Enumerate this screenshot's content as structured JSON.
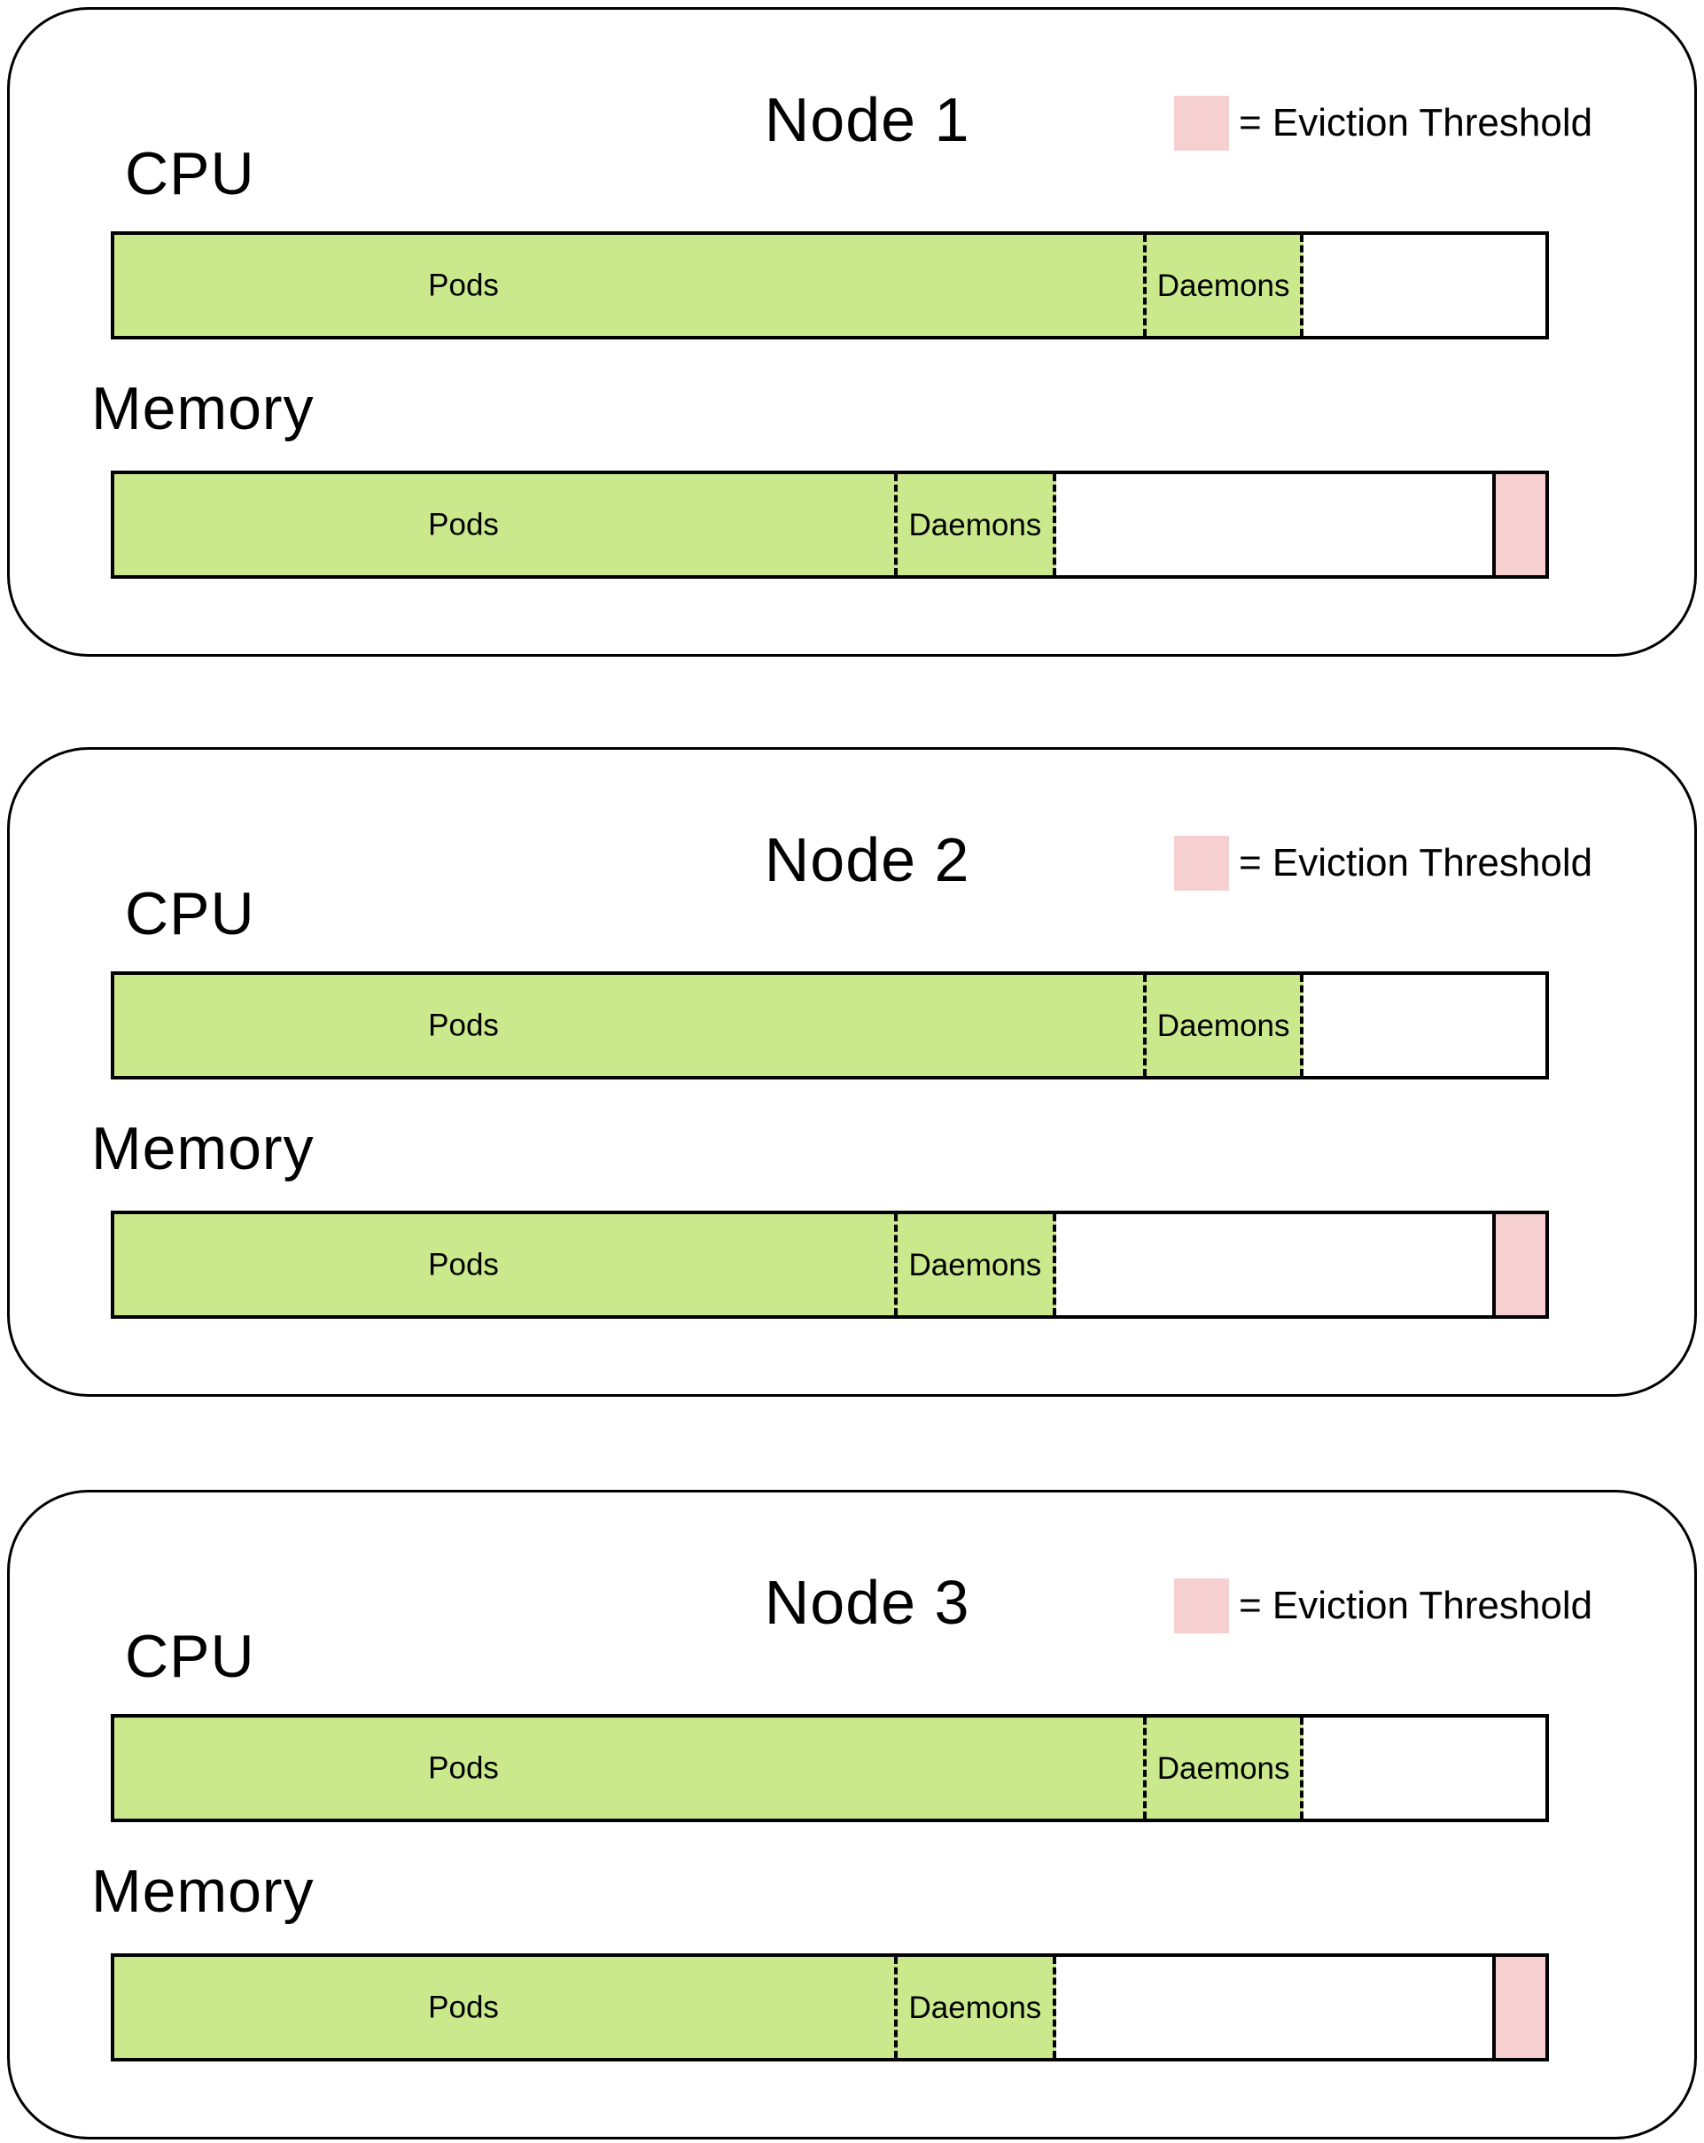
{
  "colors": {
    "segment_green": "#c9e98c",
    "eviction_pink": "#f6d0d0",
    "outline_black": "#000000",
    "background_white": "#ffffff"
  },
  "nodes": [
    {
      "title": "Node 1",
      "legend_label": "= Eviction Threshold",
      "cpu": {
        "label": "CPU",
        "pods_label": "Pods",
        "daemons_label": "Daemons",
        "pods_pct": 71.9,
        "daemons_pct": 11.2,
        "eviction_pct": 0
      },
      "memory": {
        "label": "Memory",
        "pods_label": "Pods",
        "daemons_label": "Daemons",
        "pods_pct": 54.5,
        "daemons_pct": 11.3,
        "eviction_pct": 3.7
      }
    },
    {
      "title": "Node 2",
      "legend_label": "= Eviction Threshold",
      "cpu": {
        "label": "CPU",
        "pods_label": "Pods",
        "daemons_label": "Daemons",
        "pods_pct": 71.9,
        "daemons_pct": 11.2,
        "eviction_pct": 0
      },
      "memory": {
        "label": "Memory",
        "pods_label": "Pods",
        "daemons_label": "Daemons",
        "pods_pct": 54.5,
        "daemons_pct": 11.3,
        "eviction_pct": 3.7
      }
    },
    {
      "title": "Node 3",
      "legend_label": "= Eviction Threshold",
      "cpu": {
        "label": "CPU",
        "pods_label": "Pods",
        "daemons_label": "Daemons",
        "pods_pct": 71.9,
        "daemons_pct": 11.2,
        "eviction_pct": 0
      },
      "memory": {
        "label": "Memory",
        "pods_label": "Pods",
        "daemons_label": "Daemons",
        "pods_pct": 54.5,
        "daemons_pct": 11.3,
        "eviction_pct": 3.7
      }
    }
  ]
}
